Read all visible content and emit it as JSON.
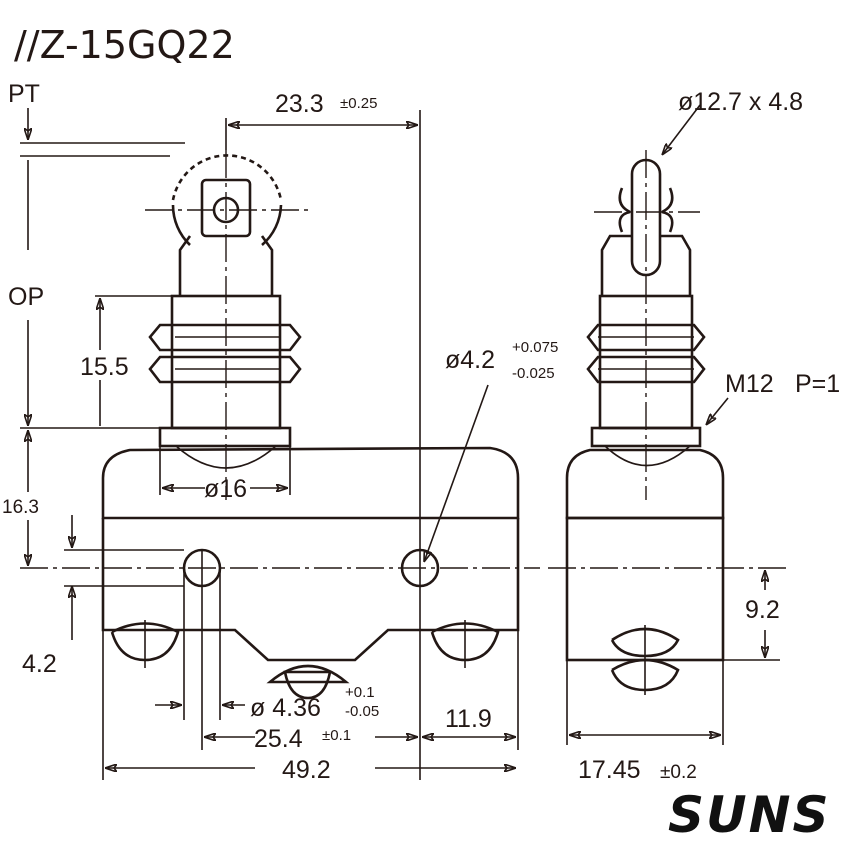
{
  "title": "//Z-15GQ22",
  "logo": "SUNS",
  "labels": {
    "pt": "PT",
    "op": "OP",
    "m12": "M12",
    "pitch": "P=1"
  },
  "dimensions": {
    "d23_3": "23.3",
    "d23_3_tol": "±0.25",
    "roller": "ø12.7 x 4.8",
    "d15_5": "15.5",
    "hole42": "ø4.2",
    "hole42_tol_plus": "+0.075",
    "hole42_tol_minus": "-0.025",
    "d16": "ø16",
    "d16_3": "16.3",
    "d4_2": "4.2",
    "d9_2": "9.2",
    "hole436": "ø 4.36",
    "hole436_tol_plus": "+0.1",
    "hole436_tol_minus": "-0.05",
    "d25_4": "25.4",
    "d25_4_tol": "±0.1",
    "d11_9": "11.9",
    "d49_2": "49.2",
    "d17_45": "17.45",
    "d17_45_tol": "±0.2"
  }
}
